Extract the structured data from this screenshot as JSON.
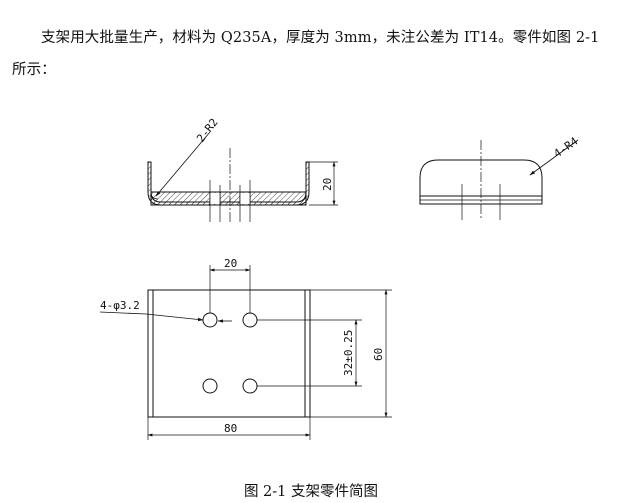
{
  "paragraph": "支架用大批量生产，材料为 Q235A，厚度为 3mm，未注公差为 IT14。零件如图 2-1 所示：",
  "figure": {
    "caption": "图 2-1  支架零件简图",
    "front_view": {
      "bend_radius_label": "2-R2",
      "height_label": "20"
    },
    "side_view": {
      "corner_radius_label": "4-R4"
    },
    "top_view": {
      "hole_spacing_label": "20",
      "hole_label": "4-φ3.2",
      "hole_row_spacing_label": "32±0.25",
      "height_label": "60",
      "width_label": "80"
    }
  }
}
